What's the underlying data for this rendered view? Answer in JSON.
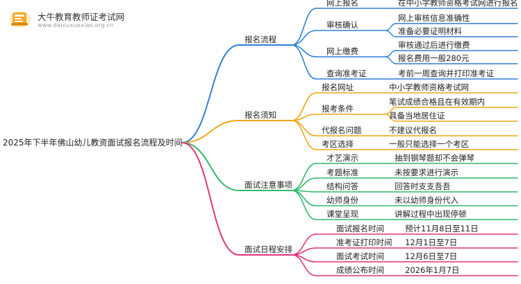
{
  "brand": {
    "name": "大牛教育教师证考试网",
    "url": "www.daniuxuexiao.org.cn",
    "color": "#f5a623"
  },
  "root": "2025年下半年佛山幼儿教资面试报名流程及时间",
  "branches": [
    {
      "label": "报名流程",
      "color": "#2f7fd6",
      "children": [
        {
          "label": "网上报名",
          "items": [
            "在中小学教师资格考试网进行报名"
          ]
        },
        {
          "label": "审核确认",
          "items": [
            "网上审核信息准确性",
            "准备必要证明材料"
          ]
        },
        {
          "label": "网上缴费",
          "items": [
            "审核通过后进行缴费",
            "报名费用一般280元"
          ]
        },
        {
          "label": "查询准考证",
          "items": [
            "考前一周查询并打印准考证"
          ]
        }
      ]
    },
    {
      "label": "报名须知",
      "color": "#f1a612",
      "children": [
        {
          "label": "报名网址",
          "items": [
            "中小学教师资格考试网"
          ]
        },
        {
          "label": "报考条件",
          "items": [
            "笔试成绩合格且在有效期内",
            "具备当地居住证"
          ]
        },
        {
          "label": "代报名问题",
          "items": [
            "不建议代报名"
          ]
        },
        {
          "label": "考区选择",
          "items": [
            "一般只能选择一个考区"
          ]
        }
      ]
    },
    {
      "label": "面试注意事项",
      "color": "#2fb86a",
      "children": [
        {
          "label": "才艺演示",
          "items": [
            "抽到钢琴题却不会弹琴"
          ]
        },
        {
          "label": "考题标准",
          "items": [
            "未按要求进行演示"
          ]
        },
        {
          "label": "结构问答",
          "items": [
            "回答时支支吾吾"
          ]
        },
        {
          "label": "幼师身份",
          "items": [
            "未以幼师身份代入"
          ]
        },
        {
          "label": "课堂呈现",
          "items": [
            "讲解过程中出现停顿"
          ]
        }
      ]
    },
    {
      "label": "面试日程安排",
      "color": "#e0357a",
      "children": [
        {
          "label": "面试报名时间",
          "items": [
            "预计11月8日至11日"
          ]
        },
        {
          "label": "准考证打印时间",
          "items": [
            "12月1日至7日"
          ]
        },
        {
          "label": "面试考试时间",
          "items": [
            "12月6日至7日"
          ]
        },
        {
          "label": "成绩公布时间",
          "items": [
            "2026年1月7日"
          ]
        }
      ]
    }
  ]
}
